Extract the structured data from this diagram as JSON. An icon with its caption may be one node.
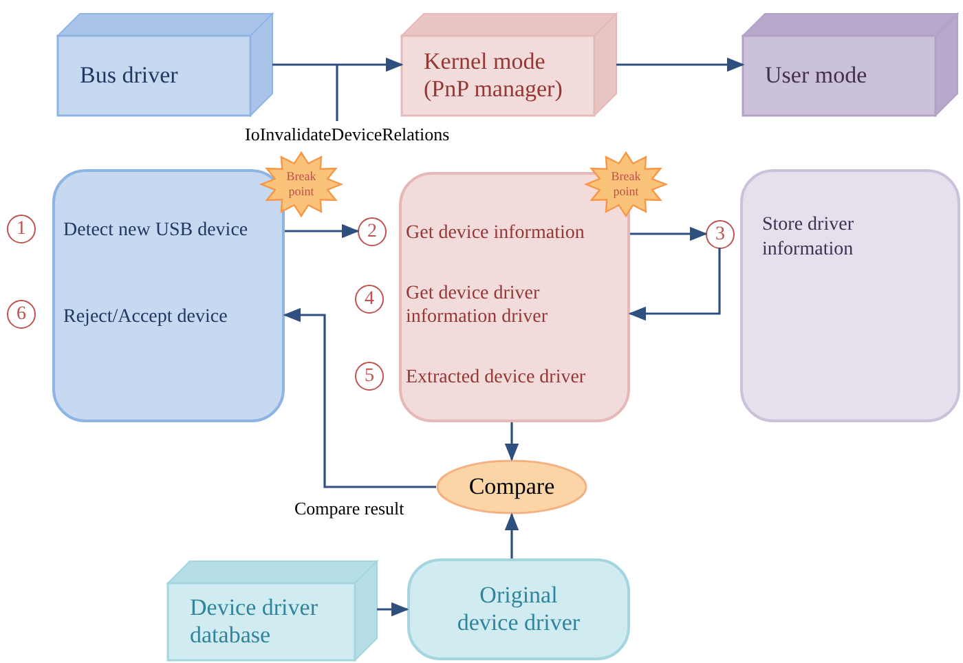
{
  "diagram": {
    "nodes": [
      {
        "text": [
          "Bus driver"
        ]
      },
      {
        "text": [
          "Kernel mode (PnP manager)"
        ]
      },
      {
        "text": [
          "User mode"
        ]
      },
      {
        "text": [
          "IoInvalidateDeviceRelations"
        ]
      },
      {
        "text": [],
        "shape": "box"
      },
      {
        "text": [
          "1"
        ]
      },
      {
        "text": [
          "Detect new USB device"
        ],
        "in": 4
      },
      {
        "text": [
          "6"
        ]
      },
      {
        "text": [
          "Reject/Accept device"
        ],
        "in": 4
      },
      {
        "text": [
          "Break point"
        ]
      },
      {
        "text": [],
        "shape": "box"
      },
      {
        "text": [
          "2"
        ]
      },
      {
        "text": [
          "Get device information"
        ],
        "in": 10
      },
      {
        "text": [
          "4"
        ]
      },
      {
        "text": [
          "Get device driver information driver"
        ],
        "in": 10
      },
      {
        "text": [
          "5"
        ]
      },
      {
        "text": [
          "Extracted device driver"
        ],
        "in": 10
      },
      {
        "text": [
          "Break point"
        ]
      },
      {
        "text": [
          "3"
        ]
      },
      {
        "text": [
          "Store driver information"
        ]
      },
      {
        "text": [
          "Compare"
        ]
      },
      {
        "text": [
          "Device driver database"
        ]
      },
      {
        "text": [
          "Original device driver"
        ]
      }
    ],
    "edges": [
      {
        "from": 0,
        "to": 1,
        "arrow": "to"
      },
      {
        "from": 1,
        "to": 2,
        "arrow": "to"
      },
      {
        "from": 3,
        "to": null,
        "arrow": "none"
      },
      {
        "from": 4,
        "to": 11,
        "arrow": "to"
      },
      {
        "from": 10,
        "to": 18,
        "arrow": "to"
      },
      {
        "from": 18,
        "to": 10,
        "arrow": "to"
      },
      {
        "from": 10,
        "to": 20,
        "arrow": "to"
      },
      {
        "from": 20,
        "to": 4,
        "label": "Compare result",
        "arrow": "to"
      },
      {
        "from": 22,
        "to": 20,
        "arrow": "to"
      },
      {
        "from": 21,
        "to": 22,
        "arrow": "to"
      }
    ]
  }
}
